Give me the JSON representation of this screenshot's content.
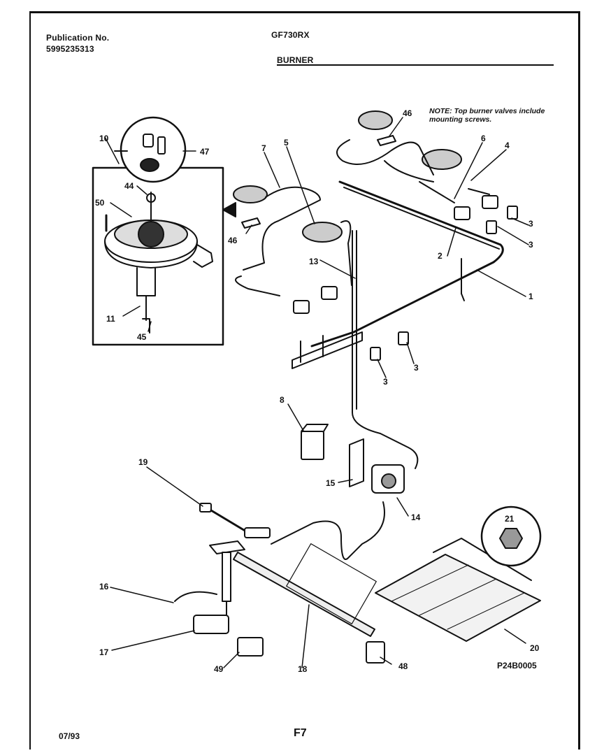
{
  "header": {
    "publication_label": "Publication No.",
    "publication_number": "5995235313",
    "model": "GF730RX",
    "section": "BURNER"
  },
  "note": "NOTE: Top burner valves include mounting screws.",
  "callouts": {
    "c1": "1",
    "c2": "2",
    "c3a": "3",
    "c3b": "3",
    "c3c": "3",
    "c3d": "3",
    "c4": "4",
    "c5": "5",
    "c6": "6",
    "c7": "7",
    "c8": "8",
    "c10": "10",
    "c11": "11",
    "c13": "13",
    "c14": "14",
    "c15": "15",
    "c16": "16",
    "c17": "17",
    "c18": "18",
    "c19": "19",
    "c20": "20",
    "c21": "21",
    "c44": "44",
    "c45": "45",
    "c46a": "46",
    "c46b": "46",
    "c47": "47",
    "c48": "48",
    "c49": "49",
    "c50": "50"
  },
  "footer": {
    "date": "07/93",
    "page": "F7",
    "ref_code": "P24B0005"
  }
}
